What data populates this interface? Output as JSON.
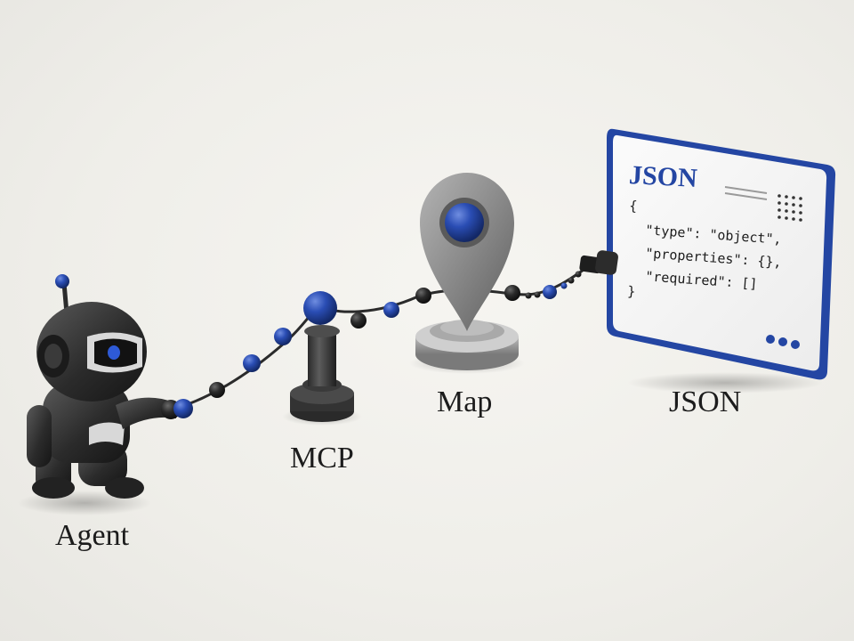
{
  "labels": {
    "agent": "Agent",
    "mcp": "MCP",
    "map": "Map",
    "json": "JSON"
  },
  "json_card": {
    "title": "JSON",
    "code_lines": [
      "{",
      "  \"type\": \"object\",",
      "  \"properties\": {},",
      "  \"required\": []",
      "}"
    ]
  },
  "colors": {
    "accent_blue": "#2446a3",
    "robot_dark": "#2a2a2a",
    "pin_gray": "#8c8c8c",
    "background": "#efeee9"
  },
  "icons": [
    "robot-icon",
    "mcp-post-icon",
    "map-pin-icon",
    "json-card-icon",
    "connector-plug-icon"
  ]
}
